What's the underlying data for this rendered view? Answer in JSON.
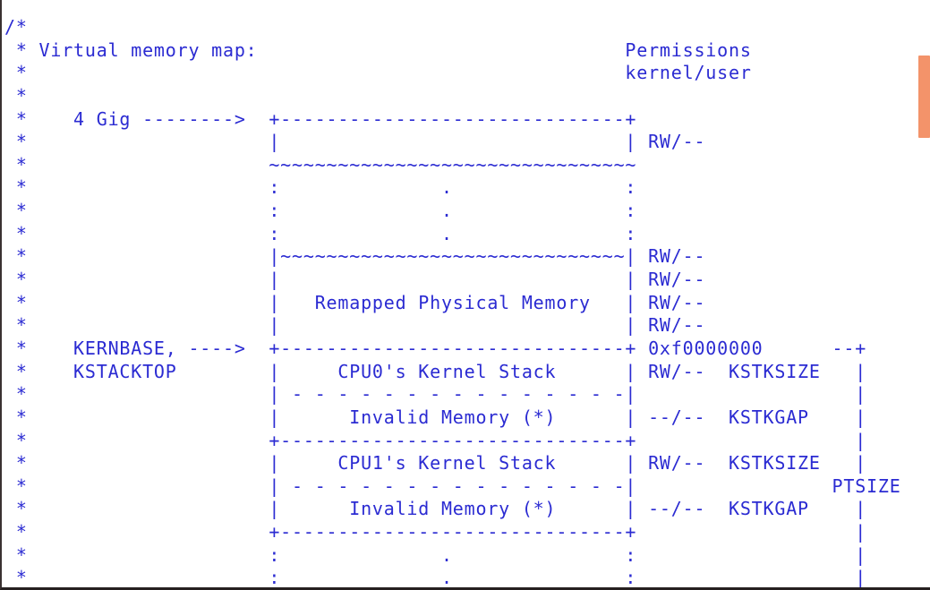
{
  "window": {
    "background": "#ffffff",
    "border_left_color": "#3a3131",
    "border_bottom_color": "#262020"
  },
  "scrollbar": {
    "thumb_color": "#f3936a"
  },
  "code": {
    "text_color": "#2b2bd2",
    "title_line": "Virtual memory map:",
    "permissions_header": "Permissions kernel/user",
    "symbols": [
      "4 Gig",
      "KERNBASE",
      "KSTACKTOP",
      "KSTKSIZE",
      "KSTKGAP",
      "PTSIZE"
    ],
    "address_labels": [
      "0xf0000000"
    ],
    "region_labels": [
      "Remapped Physical Memory",
      "CPU0's Kernel Stack",
      "Invalid Memory (*)",
      "CPU1's Kernel Stack"
    ],
    "permission_values": [
      "RW/--",
      "--/--"
    ],
    "lines": [
      "/*",
      " * Virtual memory map:                                Permissions",
      " *                                                    kernel/user",
      " *",
      " *    4 Gig -------->  +------------------------------+",
      " *                     |                              | RW/--",
      " *                     ~~~~~~~~~~~~~~~~~~~~~~~~~~~~~~~~",
      " *                     :              .               :",
      " *                     :              .               :",
      " *                     :              .               :",
      " *                     |~~~~~~~~~~~~~~~~~~~~~~~~~~~~~~| RW/--",
      " *                     |                              | RW/--",
      " *                     |   Remapped Physical Memory   | RW/--",
      " *                     |                              | RW/--",
      " *    KERNBASE, ---->  +------------------------------+ 0xf0000000      --+",
      " *    KSTACKTOP        |     CPU0's Kernel Stack      | RW/--  KSTKSIZE   |",
      " *                     | - - - - - - - - - - - - - - -|                   |",
      " *                     |      Invalid Memory (*)      | --/--  KSTKGAP    |",
      " *                     +------------------------------+                   |",
      " *                     |     CPU1's Kernel Stack      | RW/--  KSTKSIZE   |",
      " *                     | - - - - - - - - - - - - - - -|                 PTSIZE",
      " *                     |      Invalid Memory (*)      | --/--  KSTKGAP    |",
      " *                     +------------------------------+                   |",
      " *                     :              .               :                   |",
      " *                     :              .               :                   |"
    ]
  }
}
